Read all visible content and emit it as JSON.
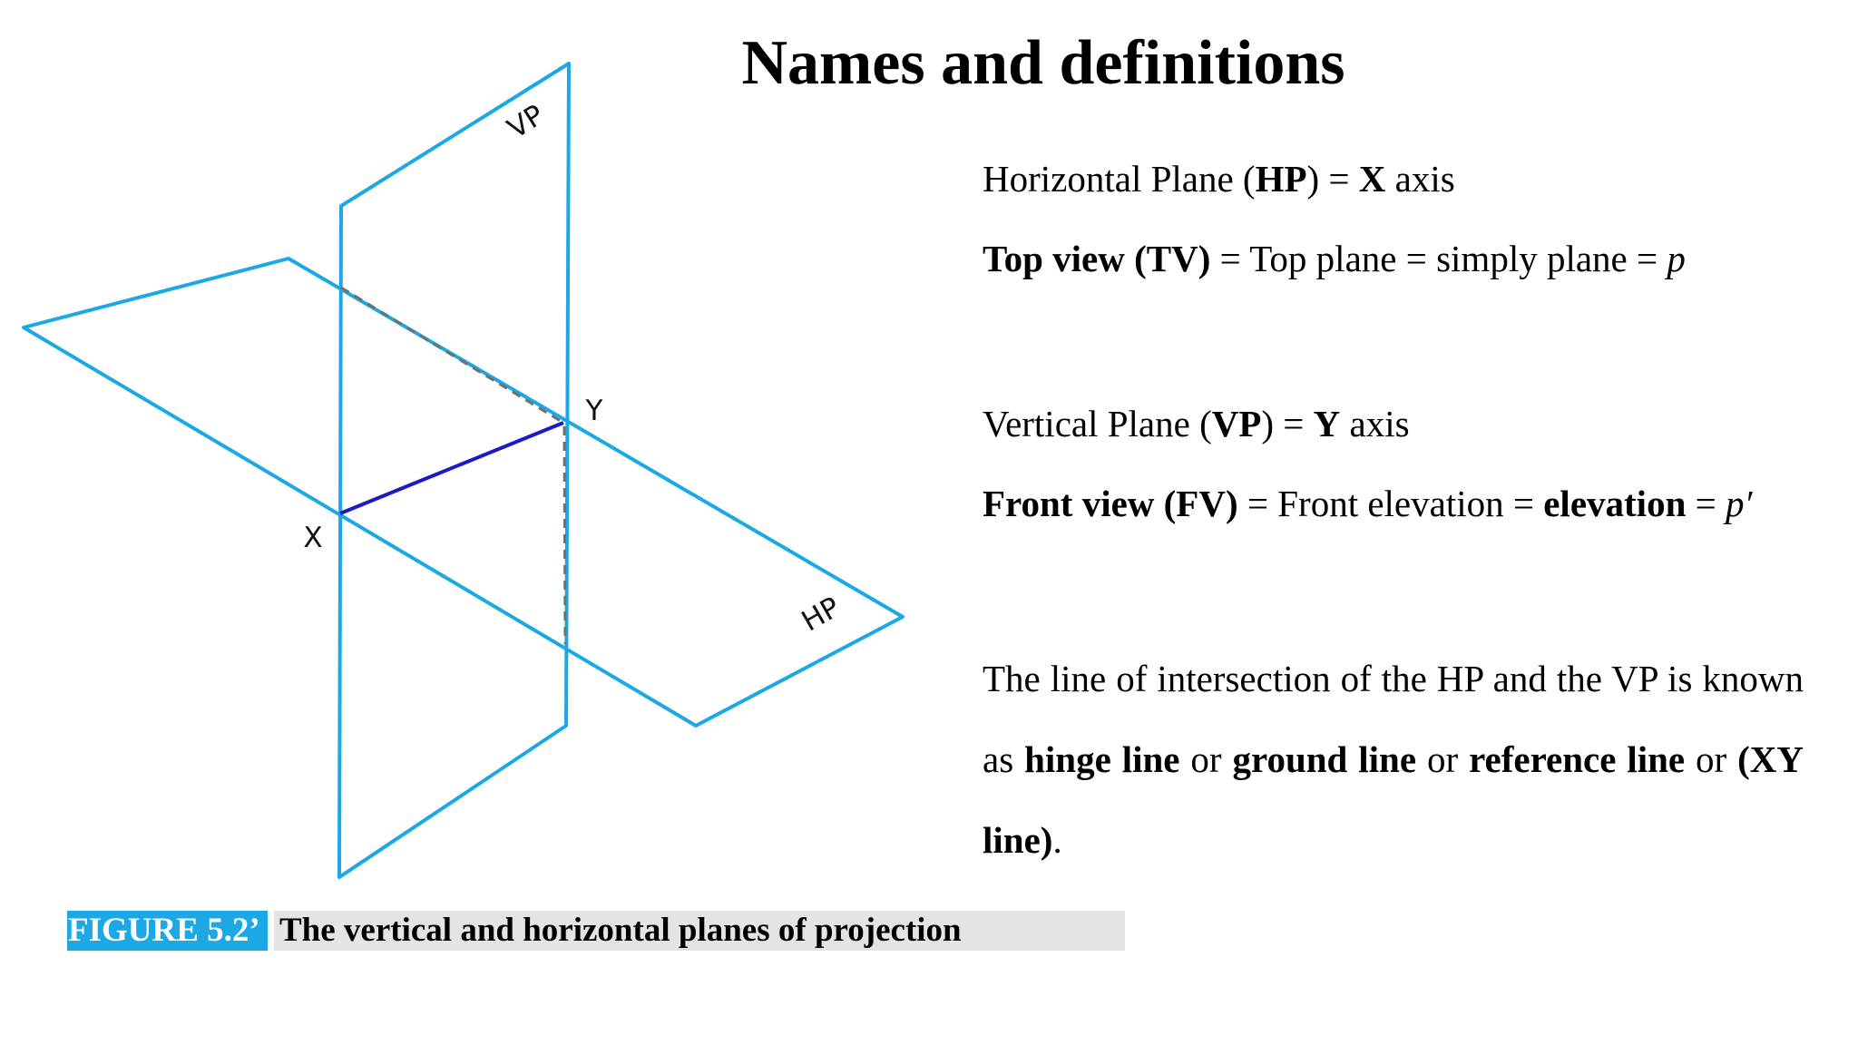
{
  "title": "Names and definitions",
  "diagram": {
    "labels": {
      "vp": "VP",
      "hp": "HP",
      "x": "X",
      "y": "Y"
    },
    "colors": {
      "plane": "#1ba8e4",
      "xy_line": "#1a1ac8",
      "hidden": "#707070"
    }
  },
  "definitions": {
    "hp": {
      "p1": "Horizontal Plane (",
      "b1": "HP",
      "p2": ") = ",
      "b2": "X",
      "p3": " axis"
    },
    "tv": {
      "b1": "Top view (TV)",
      "p1": " = Top plane = simply plane = ",
      "i1": "p"
    },
    "vp": {
      "p1": "Vertical Plane (",
      "b1": "VP",
      "p2": ") = ",
      "b2": "Y",
      "p3": " axis"
    },
    "fv": {
      "b1": "Front view (FV)",
      "p1": " = Front elevation = ",
      "b2": "elevation",
      "p2": " = ",
      "i1": "p′"
    }
  },
  "hinge": {
    "t1": "The line of intersection of the HP and the VP is known as ",
    "b1": "hinge line",
    "t2": " or ",
    "b2": "ground line",
    "t3": " or ",
    "b3": "reference line",
    "t4": " or ",
    "b4": "(XY line)",
    "t5": "."
  },
  "caption": {
    "label": "FIGURE 5.2’",
    "text": "The vertical and horizontal  planes of projection"
  }
}
